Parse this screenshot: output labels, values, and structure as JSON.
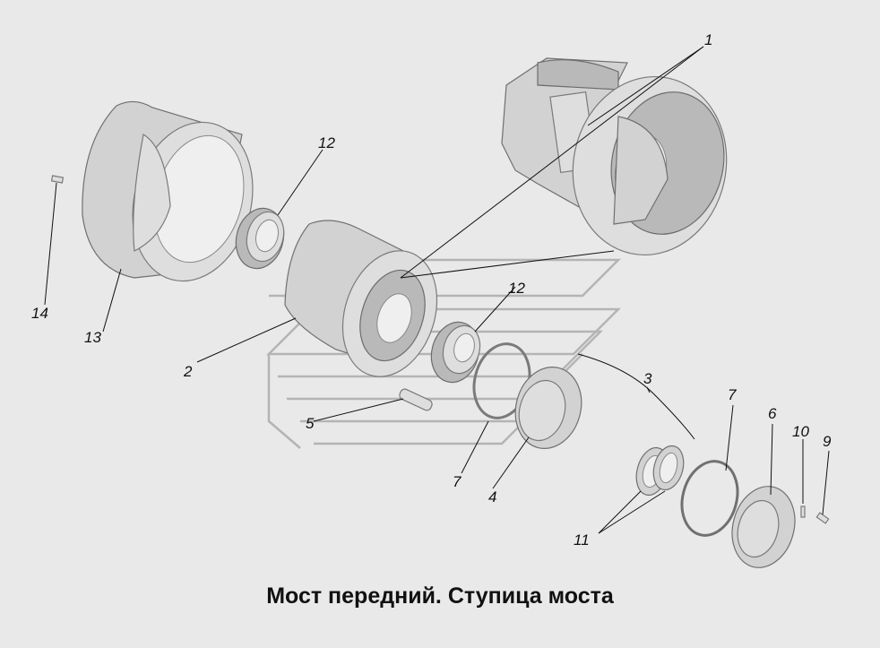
{
  "caption": "Мост передний. Ступица моста",
  "callouts": {
    "c1": "1",
    "c2": "2",
    "c3": "3",
    "c4": "4",
    "c5": "5",
    "c6": "6",
    "c7a": "7",
    "c7b": "7",
    "c9": "9",
    "c10": "10",
    "c11": "11",
    "c12a": "12",
    "c12b": "12",
    "c13": "13",
    "c14": "14"
  },
  "colors": {
    "background": "#e9e9e9",
    "part_fill": "#d2d2d2",
    "outline": "#707070"
  }
}
